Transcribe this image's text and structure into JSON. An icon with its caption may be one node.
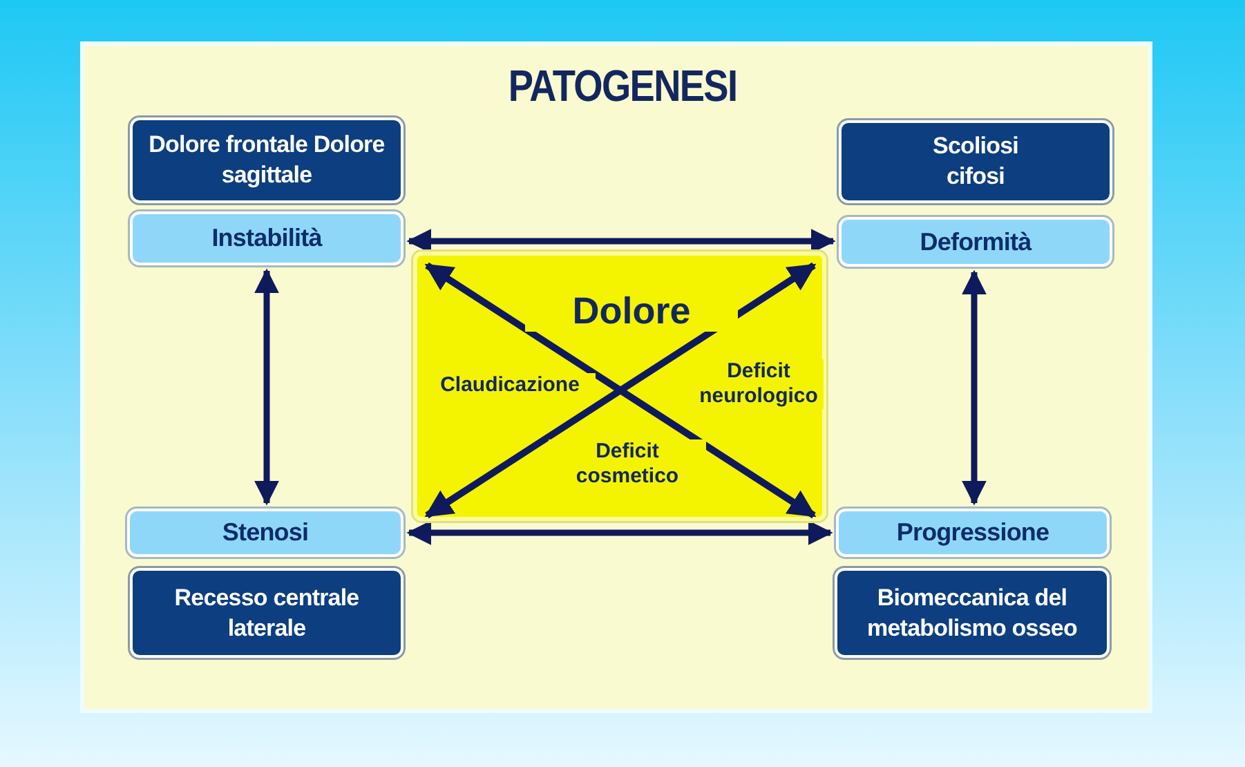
{
  "diagram": {
    "title": "PATOGENESI",
    "nodes": [
      {
        "text": [
          "Dolore frontale Dolore sagittale"
        ]
      },
      {
        "text": [
          "Instabilità"
        ]
      },
      {
        "text": [
          "Scoliosi cifosi"
        ]
      },
      {
        "text": [
          "Deformità"
        ]
      },
      {
        "text": [
          "Dolore",
          "Claudicazione",
          "Deficit neurologico",
          "Deficit cosmetico"
        ]
      },
      {
        "text": [
          "Stenosi"
        ]
      },
      {
        "text": [
          "Recesso centrale laterale"
        ]
      },
      {
        "text": [
          "Progressione"
        ]
      },
      {
        "text": [
          "Biomeccanica del metabolismo osseo"
        ]
      }
    ],
    "edges": [
      {
        "from": 1,
        "to": 3,
        "arrow": "both"
      },
      {
        "from": 1,
        "to": 5,
        "arrow": "both"
      },
      {
        "from": 3,
        "to": 7,
        "arrow": "both"
      },
      {
        "from": 5,
        "to": 7,
        "arrow": "both"
      }
    ]
  }
}
